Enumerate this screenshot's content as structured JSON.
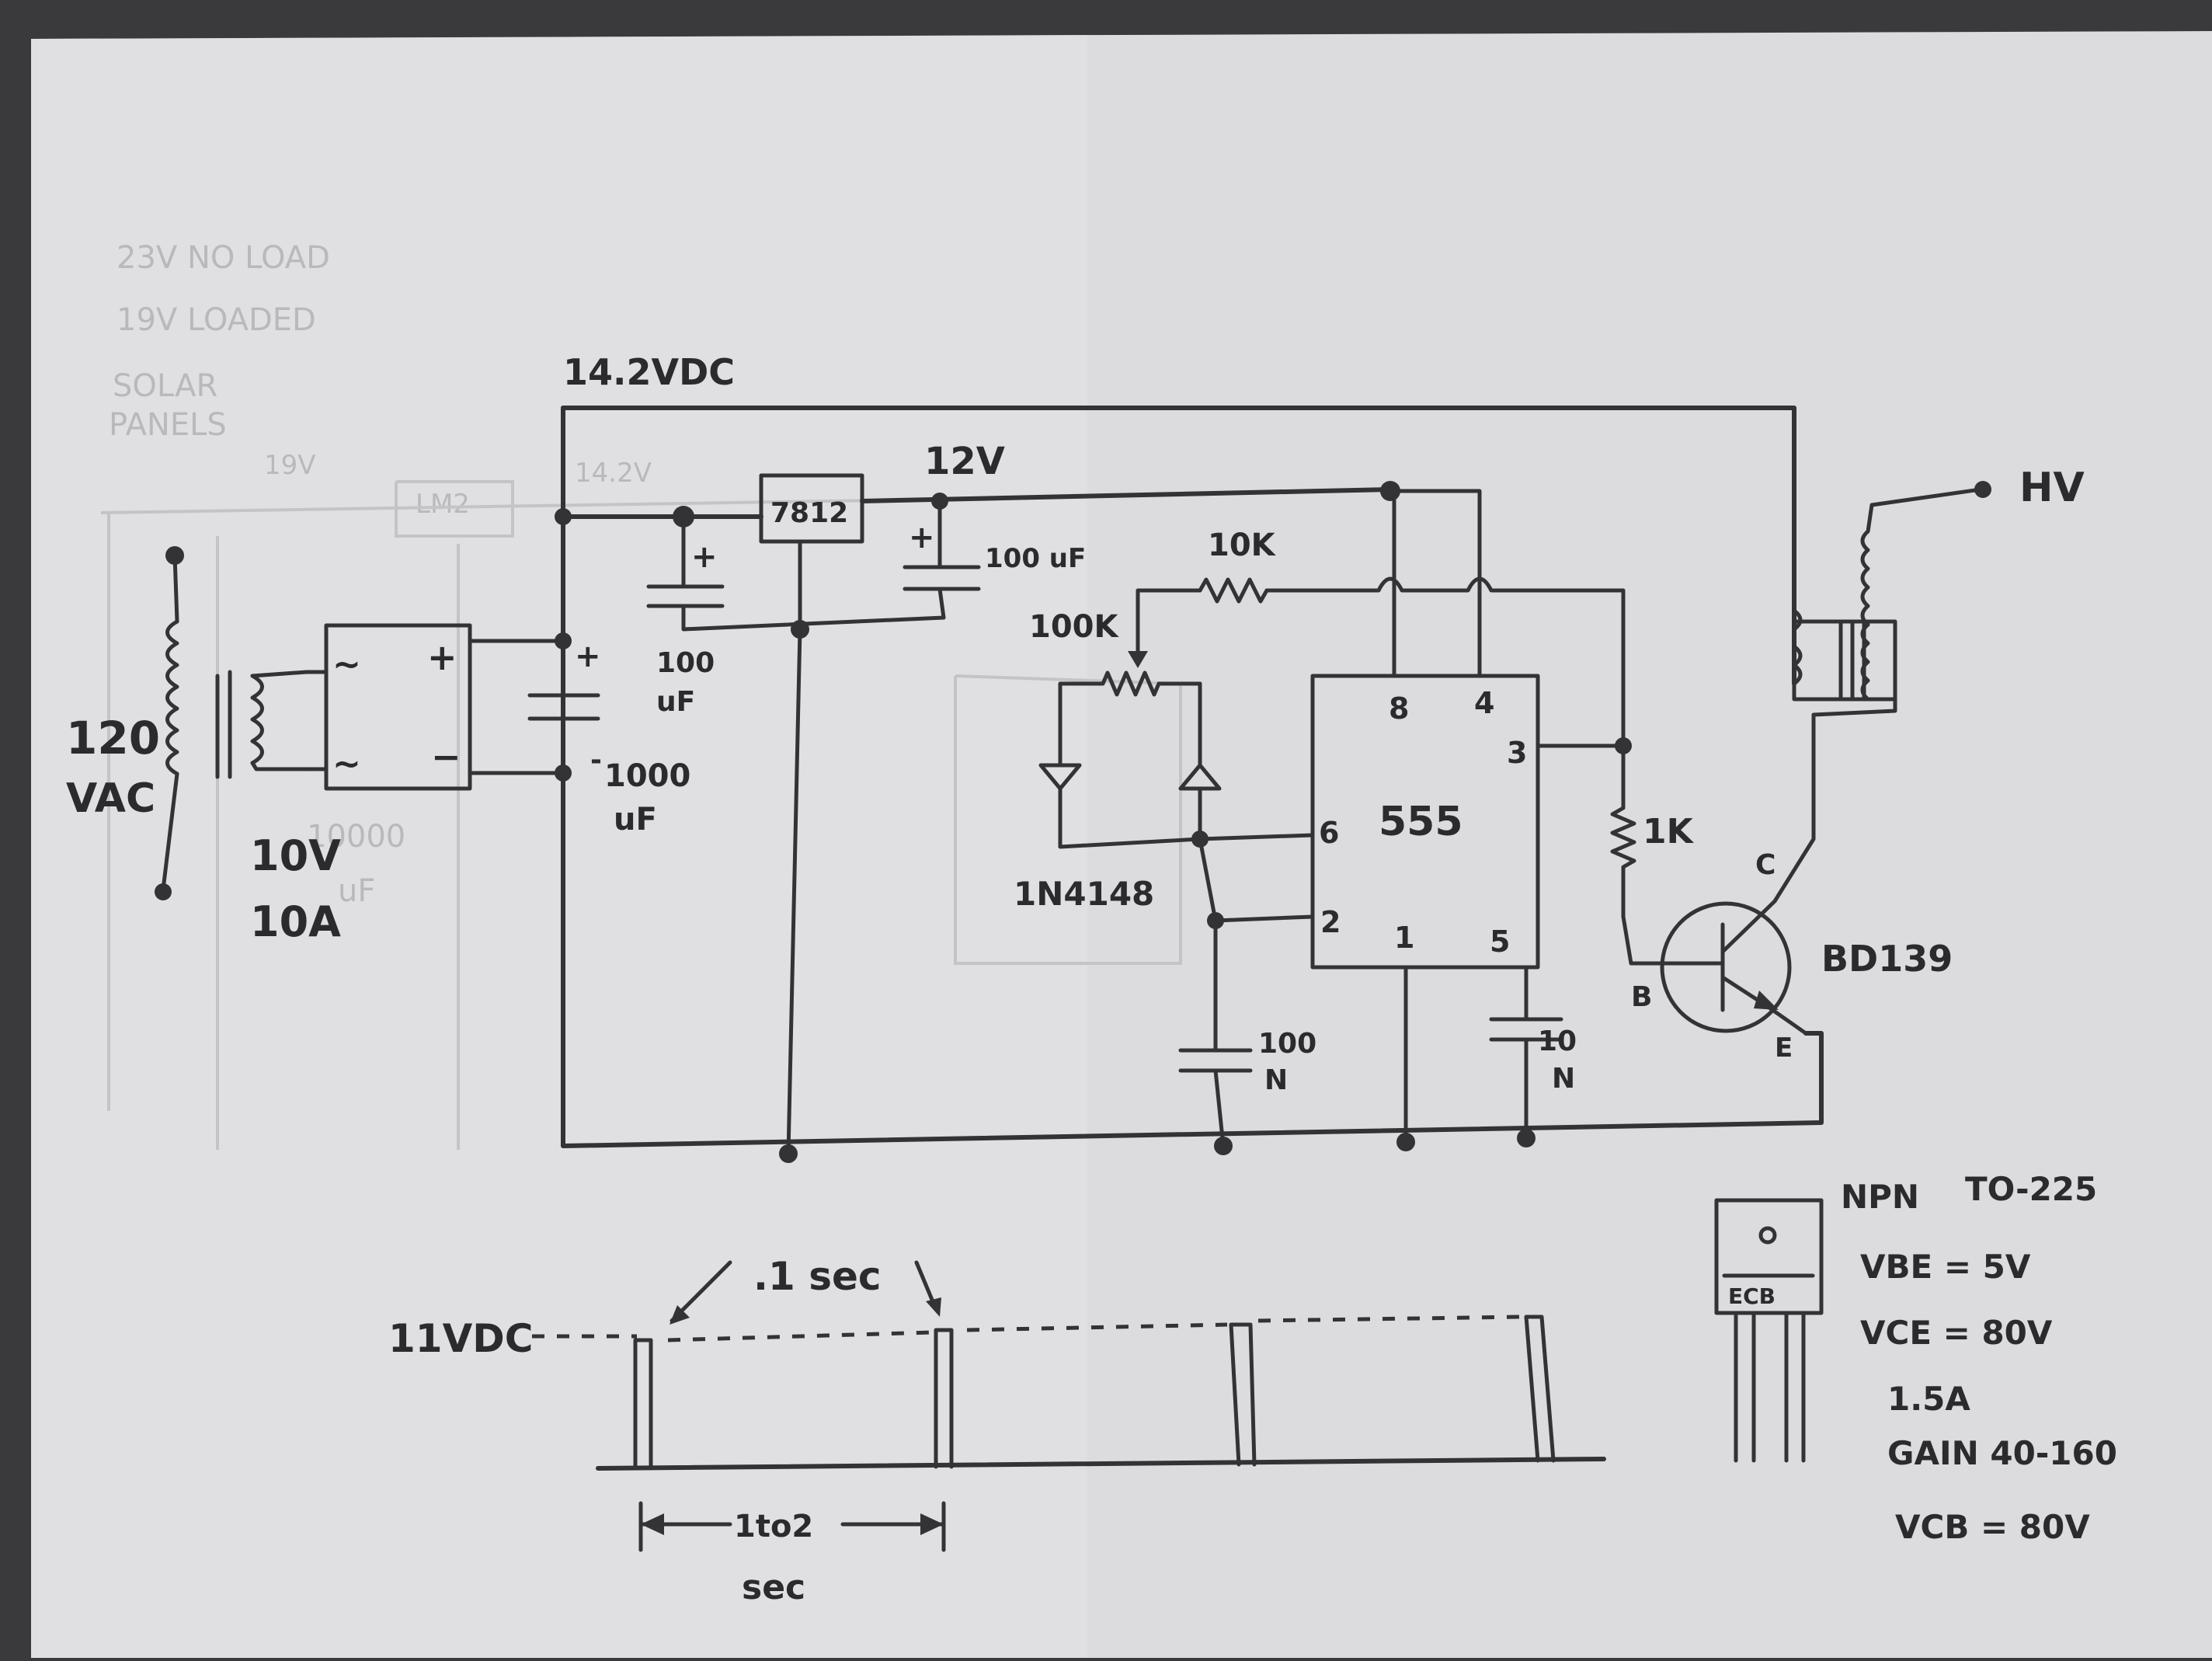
{
  "faint_notes": {
    "line1": "23V NO LOAD",
    "line2": "19V LOADED",
    "line3": "SOLAR",
    "line4": "PANELS",
    "line5": "19V",
    "line6": "14.2V",
    "line7": "LM2",
    "line8": "10000",
    "line9": "uF"
  },
  "labels": {
    "rail_voltage": "14.2VDC",
    "reg_output": "12V",
    "regulator": "7812",
    "cap_reg_out": "100 uF",
    "cap_reg_in_value": "100",
    "cap_reg_in_unit": "uF",
    "cap_bulk_value": "1000",
    "cap_bulk_unit": "uF",
    "ac_in_value": "120",
    "ac_in_unit": "VAC",
    "xfmr_value": "10V",
    "xfmr_current": "10A",
    "bridge_ac1": "~",
    "bridge_ac2": "~",
    "bridge_plus": "+",
    "bridge_minus": "−",
    "cap_plus1": "+",
    "cap_plus2": "+",
    "cap_plus3": "+",
    "cap_minus": "-",
    "r_10k": "10K",
    "pot_100k": "100K",
    "diodes": "1N4148",
    "ic": "555",
    "pin8": "8",
    "pin4": "4",
    "pin3": "3",
    "pin6": "6",
    "pin2": "2",
    "pin1": "1",
    "pin5": "5",
    "r_1k": "1K",
    "transistor": "BD139",
    "pin_b": "B",
    "pin_c": "C",
    "pin_e": "E",
    "cap_timing_value": "100",
    "cap_timing_unit": "N",
    "cap_ctrl_value": "10",
    "cap_ctrl_unit": "N",
    "hv": "HV"
  },
  "waveform": {
    "level": "11VDC",
    "pulse_width": ".1 sec",
    "period_value": "1to2",
    "period_unit": "sec"
  },
  "transistor_specs": {
    "type": "NPN",
    "package": "TO-225",
    "pinout": "ECB",
    "vbe": "VBE = 5V",
    "vce": "VCE = 80V",
    "ic": "1.5A",
    "gain": "GAIN 40-160",
    "vcb": "VCB = 80V"
  }
}
